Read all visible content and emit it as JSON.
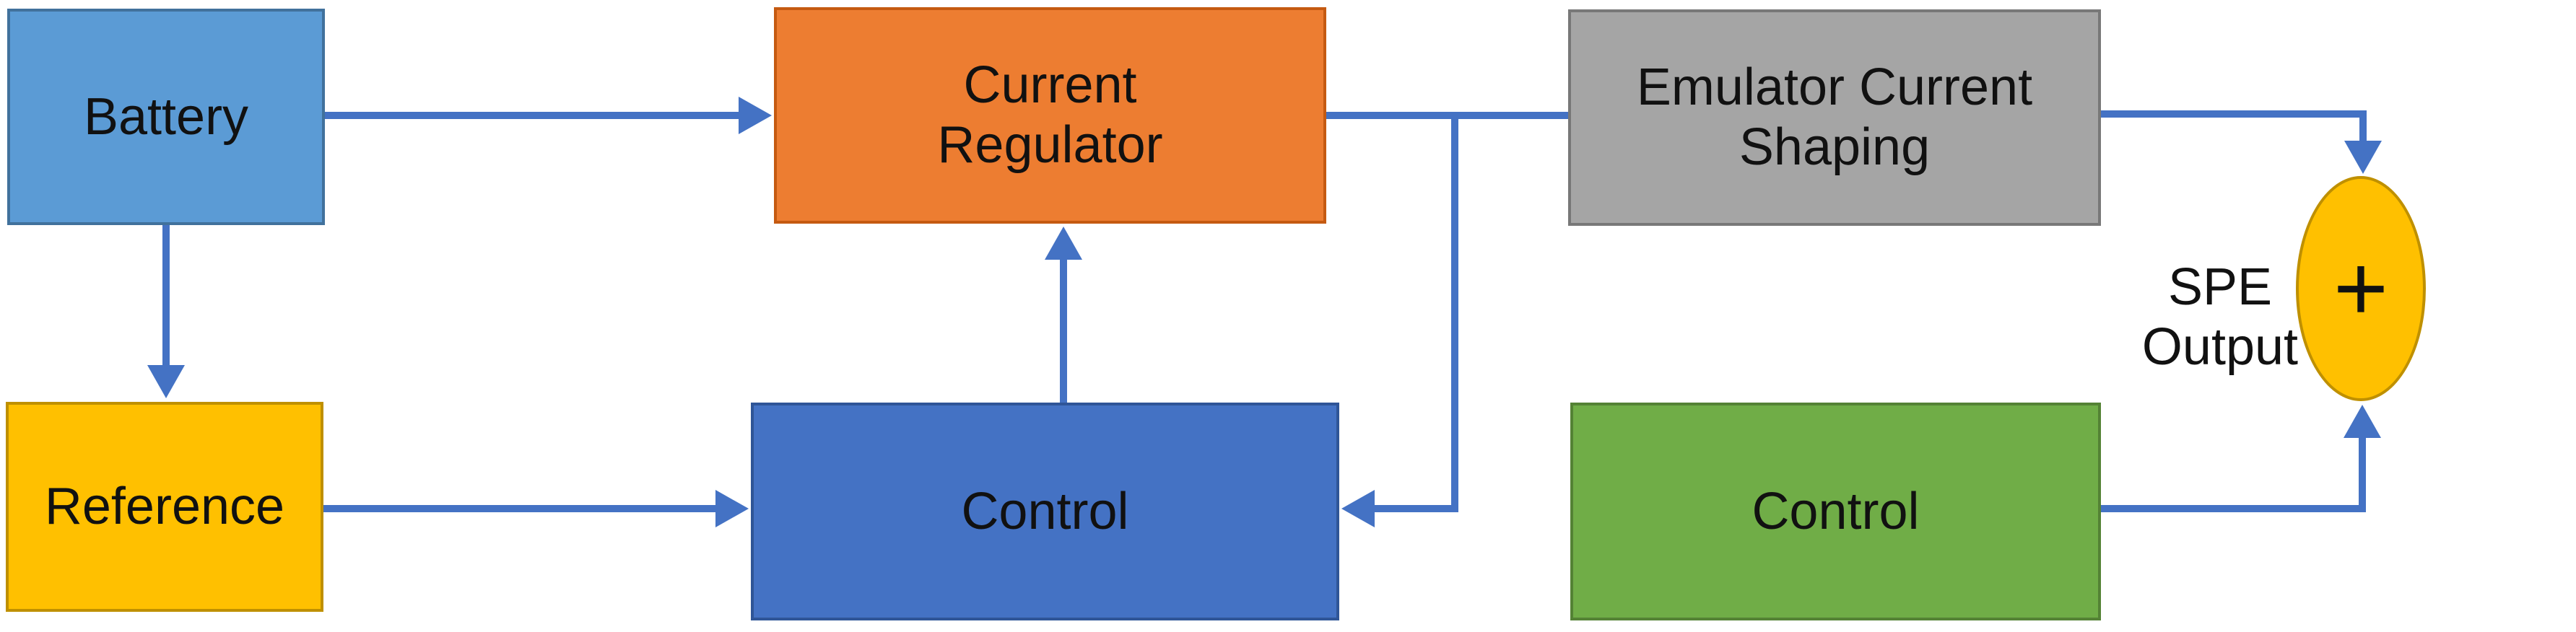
{
  "diagram": {
    "description": "Battery emulator block diagram",
    "background": "#ffffff",
    "connector_color": "#4472C4",
    "text_color": "#111111",
    "nodes": {
      "battery": {
        "label": "Battery",
        "fill": "#5B9BD5",
        "border": "#41719C"
      },
      "current_regulator": {
        "label": "Current Regulator",
        "fill": "#ED7D31",
        "border": "#C55A11"
      },
      "emulator_current_shaping": {
        "label": "Emulator Current Shaping",
        "fill": "#A5A5A5",
        "border": "#787878"
      },
      "reference": {
        "label": "Reference",
        "fill": "#FFC000",
        "border": "#BF9000"
      },
      "control_regulator": {
        "label": "Control",
        "fill": "#4472C4",
        "border": "#2F5597"
      },
      "control_emulator": {
        "label": "Control",
        "fill": "#70AD47",
        "border": "#548235"
      },
      "sum_junction": {
        "label": "+",
        "fill": "#FFC000",
        "border": "#BF9000"
      },
      "spe_output": {
        "label": "SPE Output"
      }
    },
    "connectors": [
      {
        "from": "Battery",
        "to": "Current Regulator"
      },
      {
        "from": "Battery",
        "to": "Reference"
      },
      {
        "from": "Reference",
        "to": "Control (regulator)"
      },
      {
        "from": "Control (regulator)",
        "to": "Current Regulator"
      },
      {
        "from": "Current Regulator",
        "to": "Emulator Current Shaping"
      },
      {
        "from": "Current Regulator",
        "to": "Control (regulator)"
      },
      {
        "from": "Emulator Current Shaping",
        "to": "Sum junction (+)"
      },
      {
        "from": "Control (emulator)",
        "to": "Sum junction (+)"
      }
    ]
  }
}
